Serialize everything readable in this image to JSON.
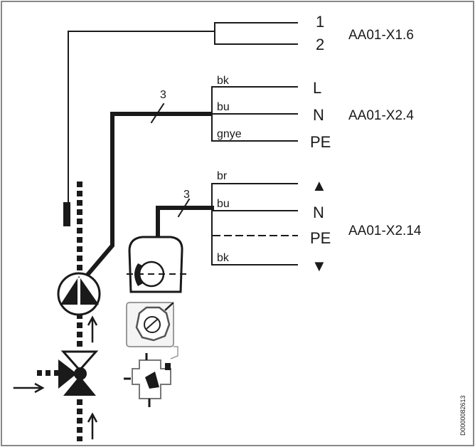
{
  "groups": [
    {
      "id": "x1-6",
      "block": "AA01-X1.6",
      "terminals": [
        "1",
        "2"
      ],
      "colors": []
    },
    {
      "id": "x2-4",
      "block": "AA01-X2.4",
      "terminals": [
        "L",
        "N",
        "PE"
      ],
      "colors": [
        "bk",
        "bu",
        "gnye"
      ]
    },
    {
      "id": "x2-14",
      "block": "AA01-X2.14",
      "terminals": [
        "▲",
        "N",
        "PE",
        "▼"
      ],
      "colors": [
        "br",
        "bu",
        "bk"
      ]
    }
  ],
  "cable_counts": {
    "pump": "3",
    "actuator": "3"
  },
  "doc_number": "D0000082613"
}
